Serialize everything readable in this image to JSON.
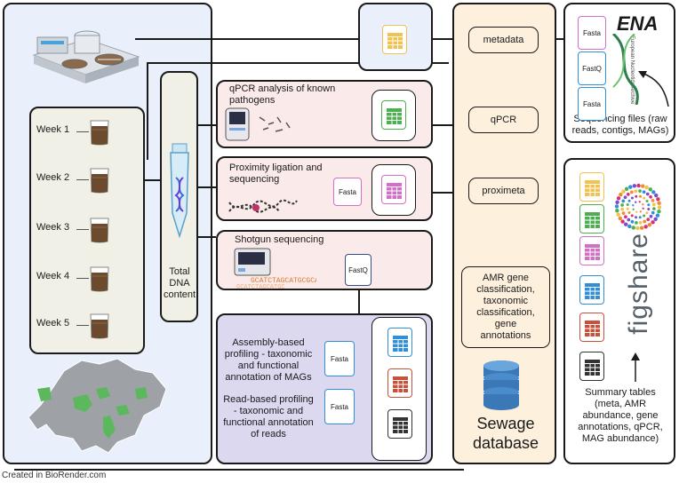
{
  "weeks": [
    "Week 1",
    "Week 2",
    "Week 3",
    "Week 4",
    "Week 5"
  ],
  "total_dna_label": "Total\nDNA\ncontent",
  "methods": {
    "qpcr": "qPCR analysis of known\npathogens",
    "proximity": "Proximity ligation and\nsequencing",
    "shotgun": "Shotgun sequencing"
  },
  "analysis": {
    "assembly": "Assembly-based\nprofiling - taxonomic\nand functional\nannotation of MAGs",
    "read": "Read-based profiling\n- taxonomic and\nfunctional annotation\nof reads"
  },
  "database": {
    "metadata": "metadata",
    "qpcr": "qPCR",
    "proximeta": "proximeta",
    "amr": "AMR gene\nclassification,\ntaxonomic\nclassification,\ngene\nannotations",
    "name": "Sewage\ndatabase"
  },
  "file_labels": {
    "fasta": "Fasta",
    "fastq": "FastQ"
  },
  "ena": {
    "logo": "ENA",
    "subtitle": "European Nucleotide Archive",
    "caption": "Sequencing files (raw\nreads, contigs, MAGs)"
  },
  "figshare": {
    "logo": "figshare",
    "caption": "Summary tables\n(meta, AMR\nabundance, gene\nannotations, qPCR,\nMAG abundance)"
  },
  "sequence_text": "GCATCTAGCATGCGCAT",
  "footer": "Created in BioRender.com",
  "colors": {
    "left_panel": "#e9f0fb",
    "method_panel": "#fbeaea",
    "analysis_panel": "#dcd8f0",
    "database_panel": "#fdf0dc",
    "total_dna_panel": "#f1f0e6",
    "sample_brown": "#6b4a2e",
    "grid_yellow": "#f2c14e",
    "grid_green": "#4caf50",
    "grid_pink": "#d36fc6",
    "grid_blue": "#2f8fd8",
    "grid_red": "#c9503a",
    "grid_black": "#333333"
  }
}
